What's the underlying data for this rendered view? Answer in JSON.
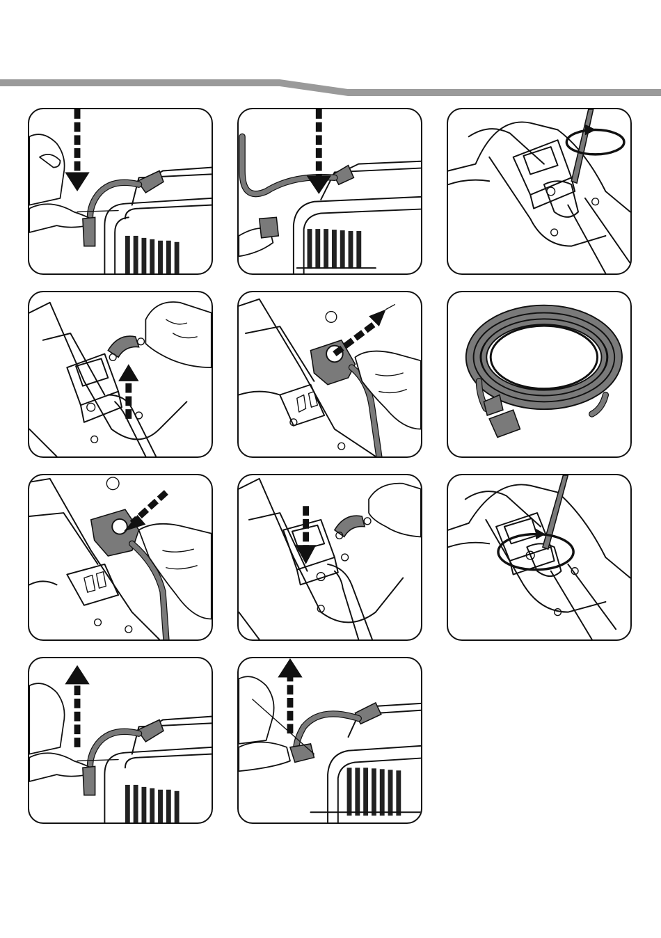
{
  "page": {
    "header_band_color": "#9a9a9a",
    "panel_border_color": "#111111",
    "accent_grey": "#7a7a7a"
  },
  "steps": [
    {
      "id": 1,
      "illustration": "plug-insert-arrow-down-icon"
    },
    {
      "id": 2,
      "illustration": "plug-insert-side-view-icon"
    },
    {
      "id": 3,
      "illustration": "screwdriver-rotate-loosen-icon"
    },
    {
      "id": 4,
      "illustration": "clamp-lift-arrow-up-icon"
    },
    {
      "id": 5,
      "illustration": "cover-remove-arrow-icon"
    },
    {
      "id": 6,
      "illustration": "coiled-cable-icon"
    },
    {
      "id": 7,
      "illustration": "cover-insert-arrow-icon"
    },
    {
      "id": 8,
      "illustration": "clamp-insert-arrow-down-icon"
    },
    {
      "id": 9,
      "illustration": "screwdriver-rotate-tighten-icon"
    },
    {
      "id": 10,
      "illustration": "plug-remove-arrow-up-icon"
    },
    {
      "id": 11,
      "illustration": "plug-remove-side-view-icon"
    }
  ]
}
